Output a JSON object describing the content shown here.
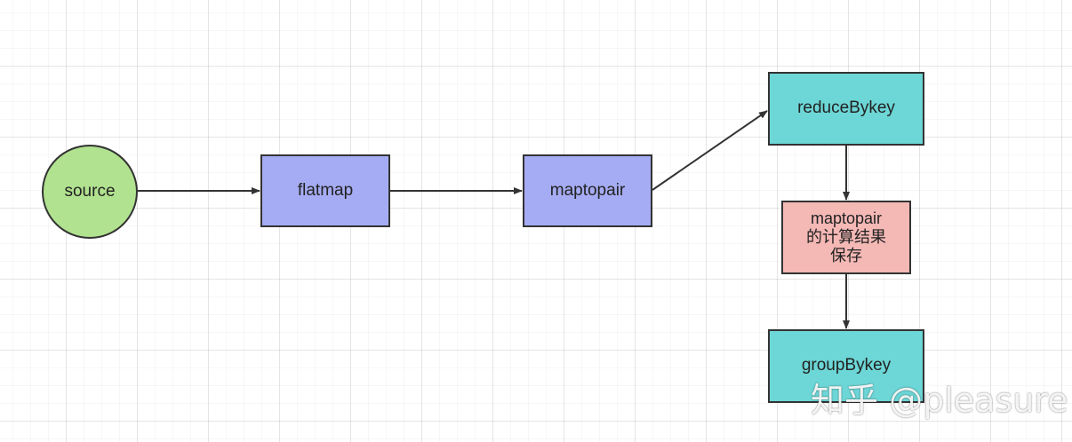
{
  "colors": {
    "source": "#b1e28f",
    "transform": "#a5acf3",
    "shuffle": "#6dd6d6",
    "cache": "#f4b8b5",
    "stroke": "#333333"
  },
  "nodes": {
    "source": "source",
    "flatmap": "flatmap",
    "maptopair": "maptopair",
    "reduceBykey": "reduceBykey",
    "cache": {
      "line1": "maptopair",
      "line2": "的计算结果",
      "line3": "保存"
    },
    "groupBykey": "groupBykey"
  },
  "edges": [
    {
      "from": "source",
      "to": "flatmap"
    },
    {
      "from": "flatmap",
      "to": "maptopair"
    },
    {
      "from": "maptopair",
      "to": "reduceBykey"
    },
    {
      "from": "reduceBykey",
      "to": "cache"
    },
    {
      "from": "cache",
      "to": "groupBykey"
    }
  ],
  "watermark": "知乎 @pleasure"
}
